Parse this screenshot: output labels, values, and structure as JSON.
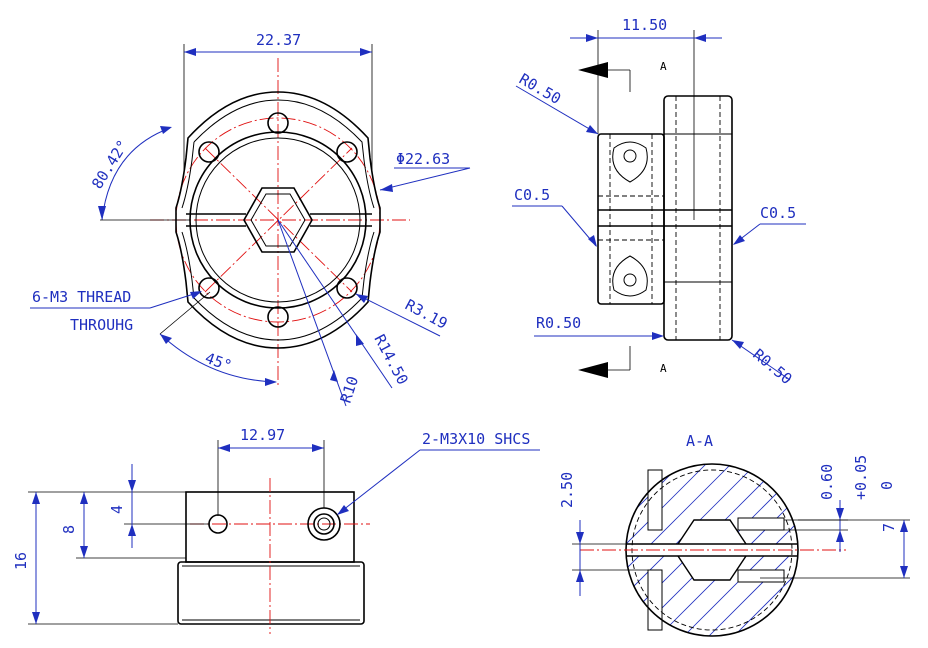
{
  "dimensions": {
    "front_width": "22.37",
    "angle_top": "80.42°",
    "diameter": "Φ22.63",
    "thread_note_line1": "6-M3 THREAD",
    "thread_note_line2": "THROUHG",
    "angle_bottom": "45°",
    "r_10": "R10",
    "r_14_50": "R14.50",
    "r_3_19": "R3.19",
    "side_width": "11.50",
    "side_r_top": "R0.50",
    "side_c_left": "C0.5",
    "side_c_right": "C0.5",
    "side_r_bottom_left": "R0.50",
    "side_r_bottom_right": "R0.50",
    "bottom_width": "12.97",
    "screw_note": "2-M3X10 SHCS",
    "height_16": "16",
    "height_8": "8",
    "height_4": "4",
    "section_2_50": "2.50",
    "section_0_60": "0.60",
    "section_tol_plus": "+0.05",
    "section_tol_zero": "0",
    "section_7": "7"
  },
  "section": {
    "title": "A-A",
    "marker_top": "A",
    "marker_bottom": "A"
  },
  "colors": {
    "dimension": "#1f2fbf",
    "centerline": "#e01010",
    "outline": "#000000"
  }
}
